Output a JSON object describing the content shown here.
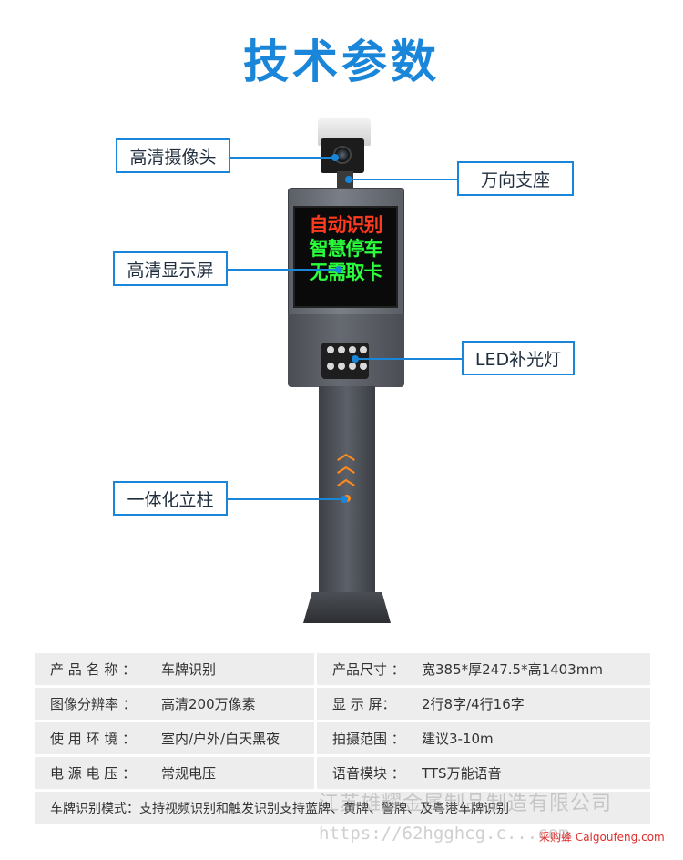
{
  "header": {
    "title": "技术参数"
  },
  "display_screen": {
    "line1": "自动识别",
    "line2": "智慧停车",
    "line3": "无需取卡"
  },
  "callouts": {
    "camera": "高清摄像头",
    "mount": "万向支座",
    "screen": "高清显示屏",
    "led": "LED补光灯",
    "pillar": "一体化立柱"
  },
  "specs": {
    "rows": [
      {
        "k1": "产 品 名 称 ：",
        "v1": "车牌识别",
        "k2": "产品尺寸 ：",
        "v2": "宽385*厚247.5*高1403mm"
      },
      {
        "k1": "图像分辨率 ：",
        "v1": "高清200万像素",
        "k2": "显 示 屏：",
        "v2": "2行8字/4行16字"
      },
      {
        "k1": "使 用 环 境 ：",
        "v1": "室内/户外/白天黑夜",
        "k2": "拍摄范围 ：",
        "v2": "建议3-10m"
      },
      {
        "k1": "电 源 电 压 ：",
        "v1": "常规电压",
        "k2": "语音模块 ：",
        "v2": "TTS万能语音"
      }
    ],
    "footer": "车牌识别模式：支持视频识别和触发识别支持蓝牌、黄牌、警牌、及粤港车牌识别"
  },
  "watermark": {
    "company": "江苏雄耀金属制品制造有限公司",
    "url": "https://62hgghcg.c...com",
    "site": "采购蜂 Caigoufeng.com"
  },
  "colors": {
    "accent": "#1a86d9",
    "cell_bg": "#ededed"
  }
}
